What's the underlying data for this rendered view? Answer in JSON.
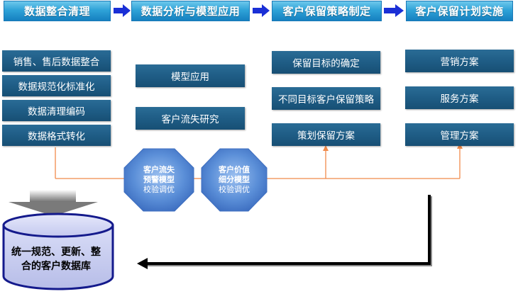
{
  "headers": [
    "数据整合清理",
    "数据分析与模型应用",
    "客户保留策略制定",
    "客户保留计划实施"
  ],
  "col1": [
    "销售、售后数据整合",
    "数据规范化标准化",
    "数据清理编码",
    "数据格式转化"
  ],
  "col2": [
    "模型应用",
    "客户流失研究"
  ],
  "col3": [
    "保留目标的确定",
    "不同目标客户保留策略",
    "策划保留方案"
  ],
  "col4": [
    "营销方案",
    "服务方案",
    "管理方案"
  ],
  "octagons": [
    {
      "title1": "客户流失",
      "title2": "预警模型",
      "sub": "校验调优"
    },
    {
      "title1": "客户价值",
      "title2": "细分模型",
      "sub": "校验调优"
    }
  ],
  "database": {
    "line1": "统一规范、更新、整",
    "line2": "合的客户数据库"
  },
  "colors": {
    "box": "#1f5d86",
    "header": "#2fa3d8",
    "arrow": "#1a2fd6",
    "connector": "#f08a4b",
    "octagon": "#4a7fcf"
  }
}
